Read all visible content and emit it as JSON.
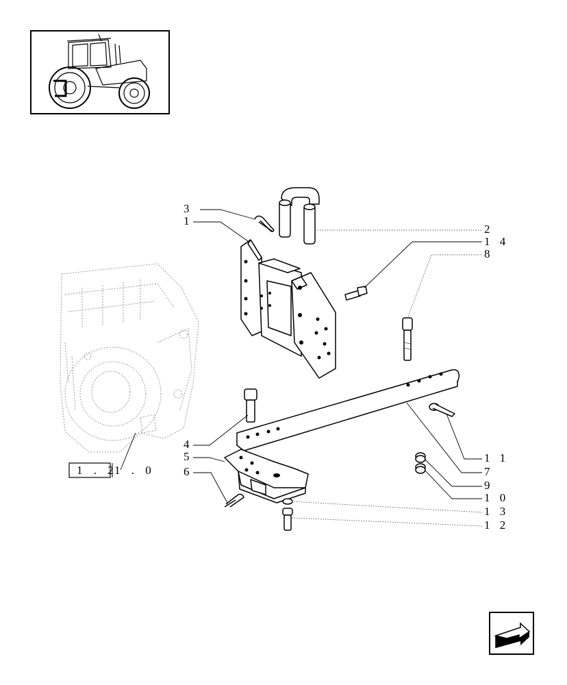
{
  "thumbnail": {
    "icon": "tractor-icon"
  },
  "reference": {
    "prefix": "1 . 2",
    "suffix": "1 . 0"
  },
  "callouts": {
    "c1": "1",
    "c2": "2",
    "c3": "3",
    "c4": "4",
    "c5": "5",
    "c6": "6",
    "c7": "7",
    "c8": "8",
    "c9": "9",
    "c10": "1 0",
    "c11": "1 1",
    "c12": "1 2",
    "c13": "1 3",
    "c14": "1 4"
  },
  "nav": {
    "icon": "previous-page-arrow-icon"
  }
}
